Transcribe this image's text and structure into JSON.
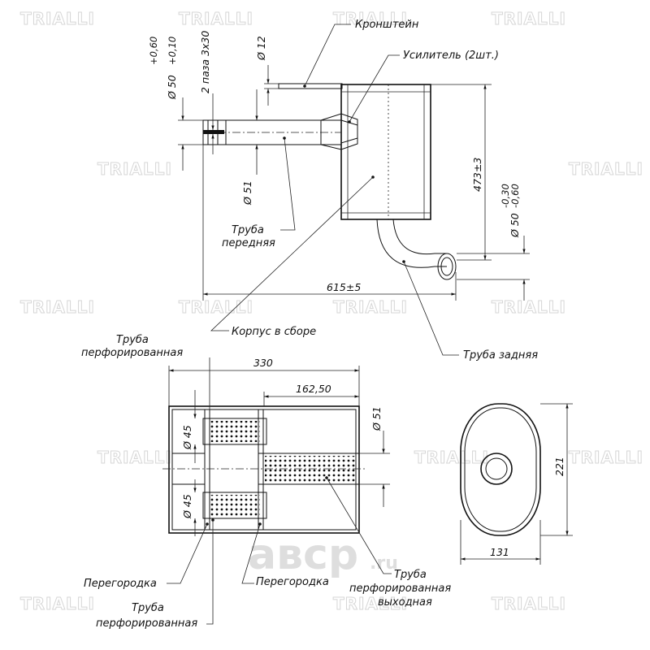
{
  "watermark": {
    "text": "TRIALLI",
    "site": "авср",
    "site_suffix": ".ru"
  },
  "labels": {
    "bracket": "Кронштейн",
    "reinforcement": "Усилитель (2шт.)",
    "front_pipe_line1": "Труба",
    "front_pipe_line2": "передняя",
    "body": "Корпус в сборе",
    "rear_pipe": "Труба задняя",
    "perf_pipe_top_line1": "Труба",
    "perf_pipe_top_line2": "перфорированная",
    "baffle_left": "Перегородка",
    "baffle_right": "Перегородка",
    "perf_pipe_out_line1": "Труба",
    "perf_pipe_out_line2": "перфорированная",
    "perf_pipe_out_line3": "выходная",
    "perf_pipe_bottom_line1": "Труба",
    "perf_pipe_bottom_line2": "перфорированная"
  },
  "dimensions": {
    "inlet_dia": "Ø 50",
    "inlet_tol_upper": "+0,60",
    "inlet_tol_lower": "+0,10",
    "slots": "2 паза 3х30",
    "bracket_dia": "Ø 12",
    "front_pipe_dia": "Ø 51",
    "length": "615±5",
    "height": "473±3",
    "outlet_dia": "Ø 50",
    "outlet_tol_upper": "-0,30",
    "outlet_tol_lower": "-0,60",
    "section_width": "330",
    "section_half": "162,50",
    "section_pipe_dia": "Ø 51",
    "perf_top_dia": "Ø 45",
    "perf_bottom_dia": "Ø 45",
    "end_height": "221",
    "end_width": "131"
  }
}
